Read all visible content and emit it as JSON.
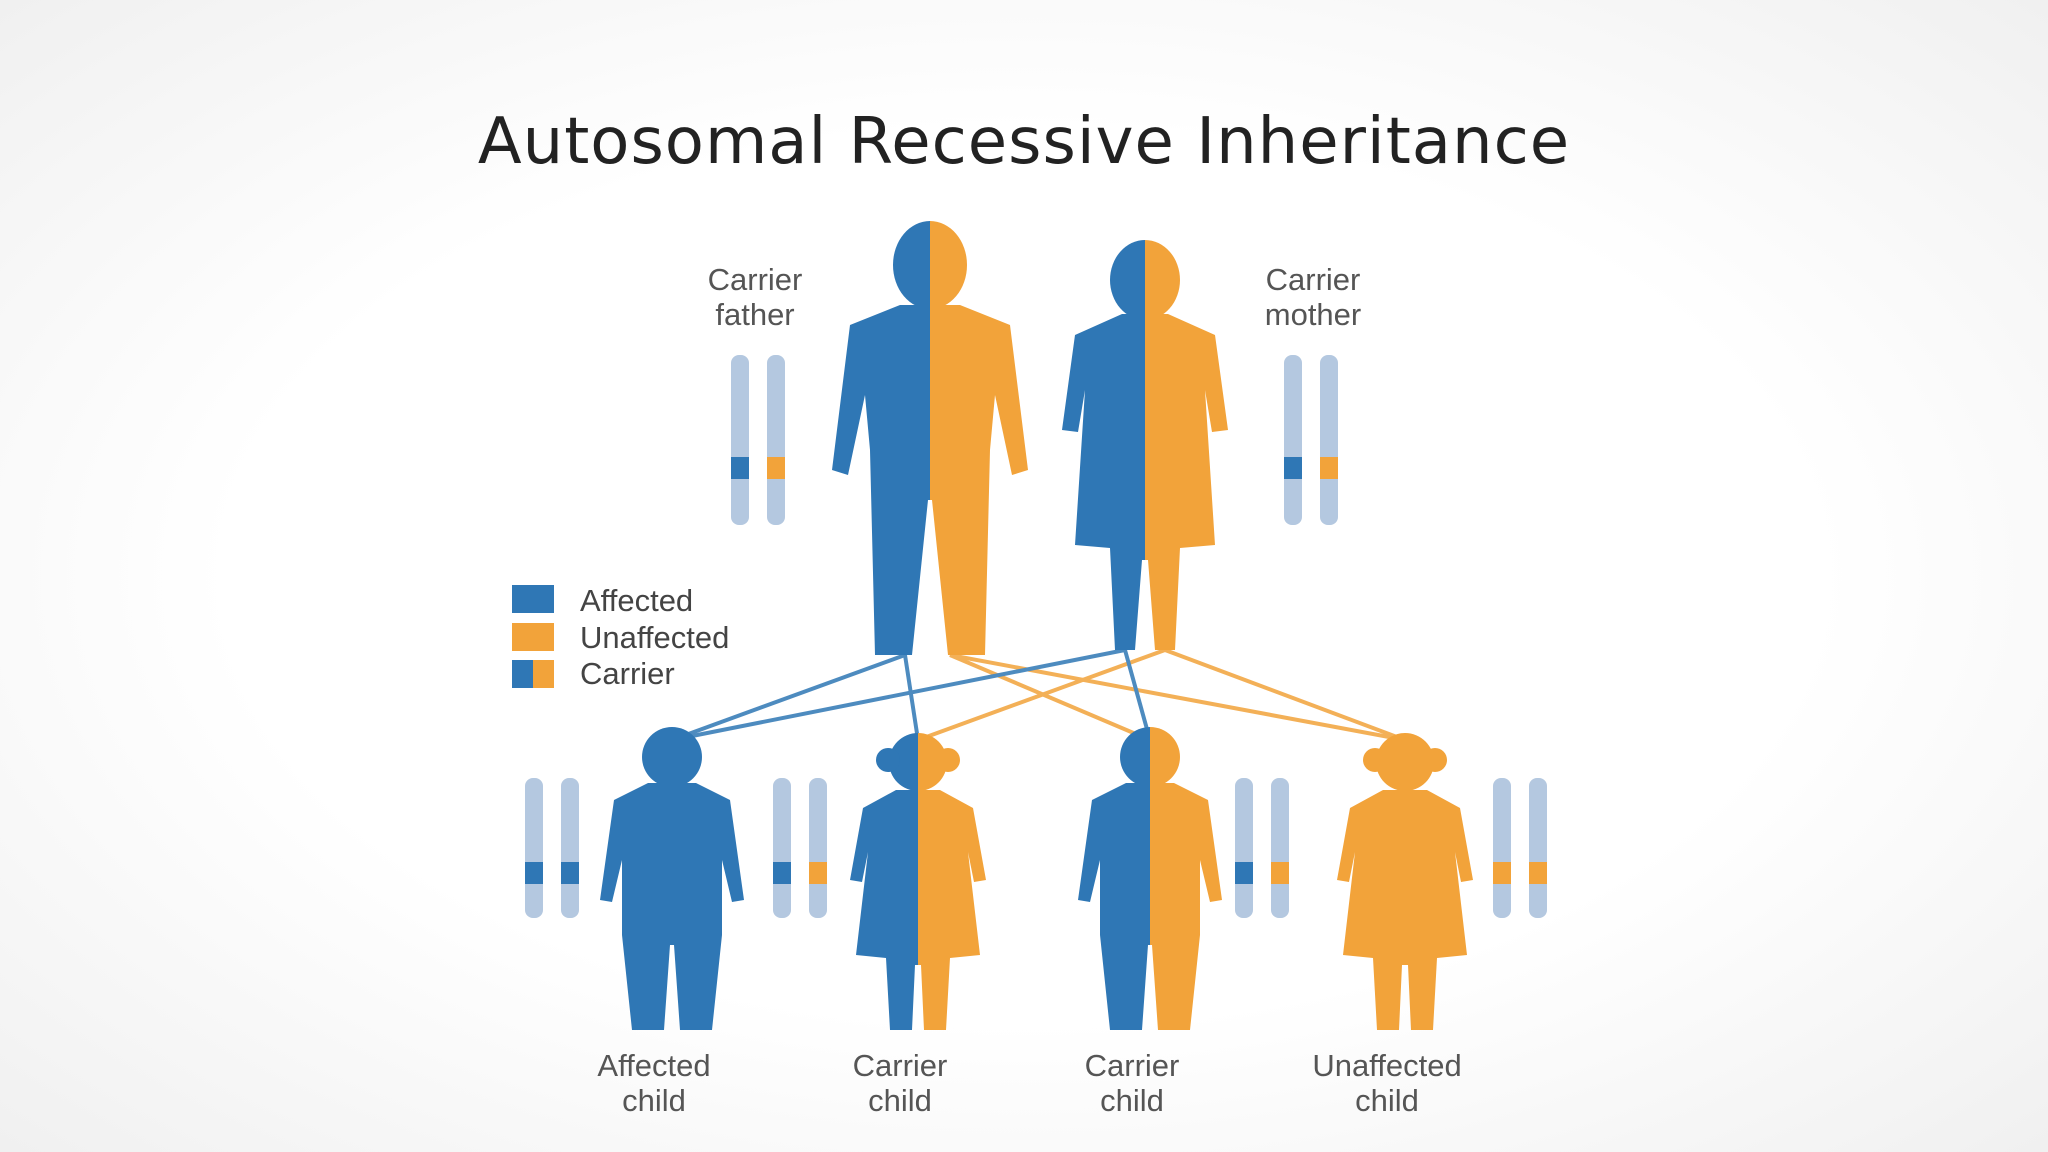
{
  "title": "Autosomal Recessive Inheritance",
  "colors": {
    "affected": "#2f77b5",
    "unaffected": "#f2a33a",
    "chromosome": "#b4c8e0"
  },
  "parents": [
    {
      "line1": "Carrier",
      "line2": "father",
      "status": "carrier"
    },
    {
      "line1": "Carrier",
      "line2": "mother",
      "status": "carrier"
    }
  ],
  "children": [
    {
      "line1": "Affected",
      "line2": "child",
      "status": "affected"
    },
    {
      "line1": "Carrier",
      "line2": "child",
      "status": "carrier"
    },
    {
      "line1": "Carrier",
      "line2": "child",
      "status": "carrier"
    },
    {
      "line1": "Unaffected",
      "line2": "child",
      "status": "unaffected"
    }
  ],
  "legend": [
    {
      "label": "Affected",
      "type": "affected"
    },
    {
      "label": "Unaffected",
      "type": "unaffected"
    },
    {
      "label": "Carrier",
      "type": "carrier"
    }
  ]
}
